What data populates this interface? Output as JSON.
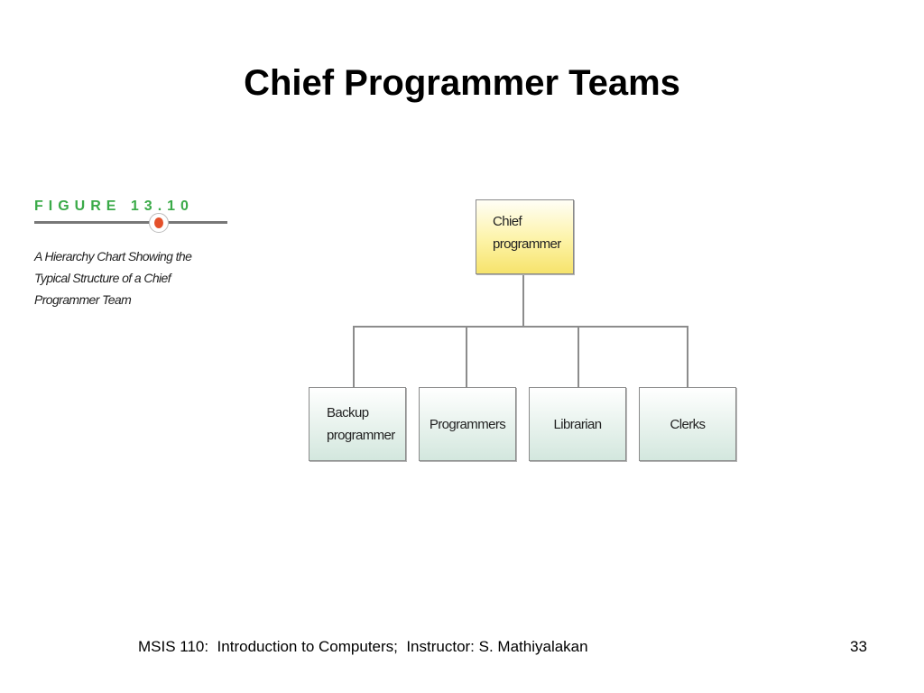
{
  "slide": {
    "title": "Chief Programmer Teams"
  },
  "figure": {
    "label": "FIGURE 13.10",
    "caption_lines": [
      "A Hierarchy Chart Showing the",
      "Typical Structure of a Chief",
      "Programmer Team"
    ]
  },
  "hierarchy": {
    "root": {
      "lines": [
        "Chief",
        "programmer"
      ]
    },
    "children": [
      {
        "lines": [
          "Backup",
          "programmer"
        ]
      },
      {
        "lines": [
          "Programmers"
        ]
      },
      {
        "lines": [
          "Librarian"
        ]
      },
      {
        "lines": [
          "Clerks"
        ]
      }
    ],
    "colors": {
      "root_fill": "#fdf3a6",
      "child_fill": "#e2efe8",
      "border": "#8a8a8a",
      "connector": "#8c8c8c",
      "figure_label": "#3aaa48",
      "figure_dot": "#e4502a"
    }
  },
  "footer": {
    "course_text": "MSIS 110:  Introduction to Computers;  Instructor: S. Mathiyalakan",
    "page_number": "33"
  }
}
